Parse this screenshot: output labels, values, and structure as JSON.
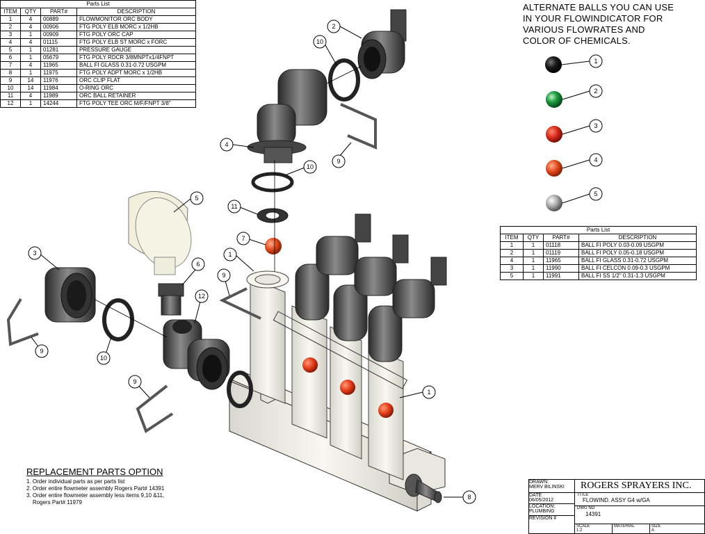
{
  "main_parts_list": {
    "caption": "Parts List",
    "columns": [
      "ITEM",
      "QTY",
      "PART#",
      "DESCRIPTION"
    ],
    "rows": [
      [
        "1",
        "4",
        "00889",
        "FLOWMONITOR ORC BODY"
      ],
      [
        "2",
        "4",
        "00906",
        "FTG POLY ELB MORC x 1/2HB"
      ],
      [
        "3",
        "1",
        "00909",
        "FTG POLY ORC CAP"
      ],
      [
        "4",
        "4",
        "01115",
        "FTG POLY ELB ST MORC x FORC"
      ],
      [
        "5",
        "1",
        "01281",
        "PRESSURE GAUGE"
      ],
      [
        "6",
        "1",
        "05679",
        "FTG POLY RDCR 3/8MNPTx1/4FNPT"
      ],
      [
        "7",
        "4",
        "11965",
        "BALL FI GLASS 0.31-0.72 USGPM"
      ],
      [
        "8",
        "1",
        "11975",
        "FTG POLY ADPT MORC x 1/2HB"
      ],
      [
        "9",
        "14",
        "11976",
        "ORC CLIP FLAT"
      ],
      [
        "10",
        "14",
        "11984",
        "O-RING ORC"
      ],
      [
        "11",
        "4",
        "11989",
        "ORC BALL RETAINER"
      ],
      [
        "12",
        "1",
        "14244",
        "FTG POLY TEE ORC M/F/FNPT 3/8\""
      ]
    ]
  },
  "alternate_balls": {
    "heading_lines": [
      "ALTERNATE BALLS YOU CAN USE",
      "IN YOUR FLOWINDICATOR FOR",
      "VARIOUS FLOWRATES AND",
      "COLOR OF CHEMICALS."
    ],
    "balls": [
      {
        "label": "1",
        "color": "#111111"
      },
      {
        "label": "2",
        "color": "#1a9a3a"
      },
      {
        "label": "3",
        "color": "#e02a1a"
      },
      {
        "label": "4",
        "color": "#e0401a"
      },
      {
        "label": "5",
        "color": "#9a9a9a"
      }
    ]
  },
  "alt_parts_list": {
    "caption": "Parts List",
    "columns": [
      "ITEM",
      "QTY",
      "PART#",
      "DESCRIPTION"
    ],
    "rows": [
      [
        "1",
        "1",
        "01118",
        "BALL FI POLY 0.03-0.09 USGPM"
      ],
      [
        "2",
        "1",
        "01119",
        "BALL FI POLY 0.05-0.18 USGPM"
      ],
      [
        "4",
        "1",
        "11965",
        "BALL FI GLASS 0.31-0.72 USGPM"
      ],
      [
        "3",
        "1",
        "11990",
        "BALL FI CELCON 0.09-0.3 USGPM"
      ],
      [
        "5",
        "1",
        "11991",
        "BALL FI SS 1/2\" 0.31-1.3 USGPM"
      ]
    ]
  },
  "replacement": {
    "title": "REPLACEMENT PARTS OPTION",
    "lines": [
      "1. Order individual parts as per parts list",
      "2. Order entire flowmeter assembly Rogers Part# 14391",
      "3. Order entire flowmeter assembly less items 9,10 &11,",
      "    Rogers Part# 11979"
    ]
  },
  "title_block": {
    "drawn_label": "DRAWN:",
    "drawn_by": "MERV BILINSKI",
    "date_label": "DATE",
    "date": "06/05/2012",
    "location_label": "LOCATION:",
    "location": "PLUMBING",
    "revision_label": "REVISION #",
    "company": "ROGERS SPRAYERS INC.",
    "title_label": "TITLE",
    "title": "FLOWIND. ASSY G4 w/GA",
    "dwg_label": "DWG NO",
    "dwg_no": "14391",
    "scale_label": "SCALE",
    "scale": "1:2",
    "material_label": "MATERIAL",
    "size_label": "SIZE",
    "size": "A"
  },
  "callouts": [
    "1",
    "1",
    "2",
    "3",
    "4",
    "5",
    "6",
    "7",
    "8",
    "9",
    "9",
    "9",
    "9",
    "10",
    "10",
    "10",
    "11",
    "12"
  ]
}
